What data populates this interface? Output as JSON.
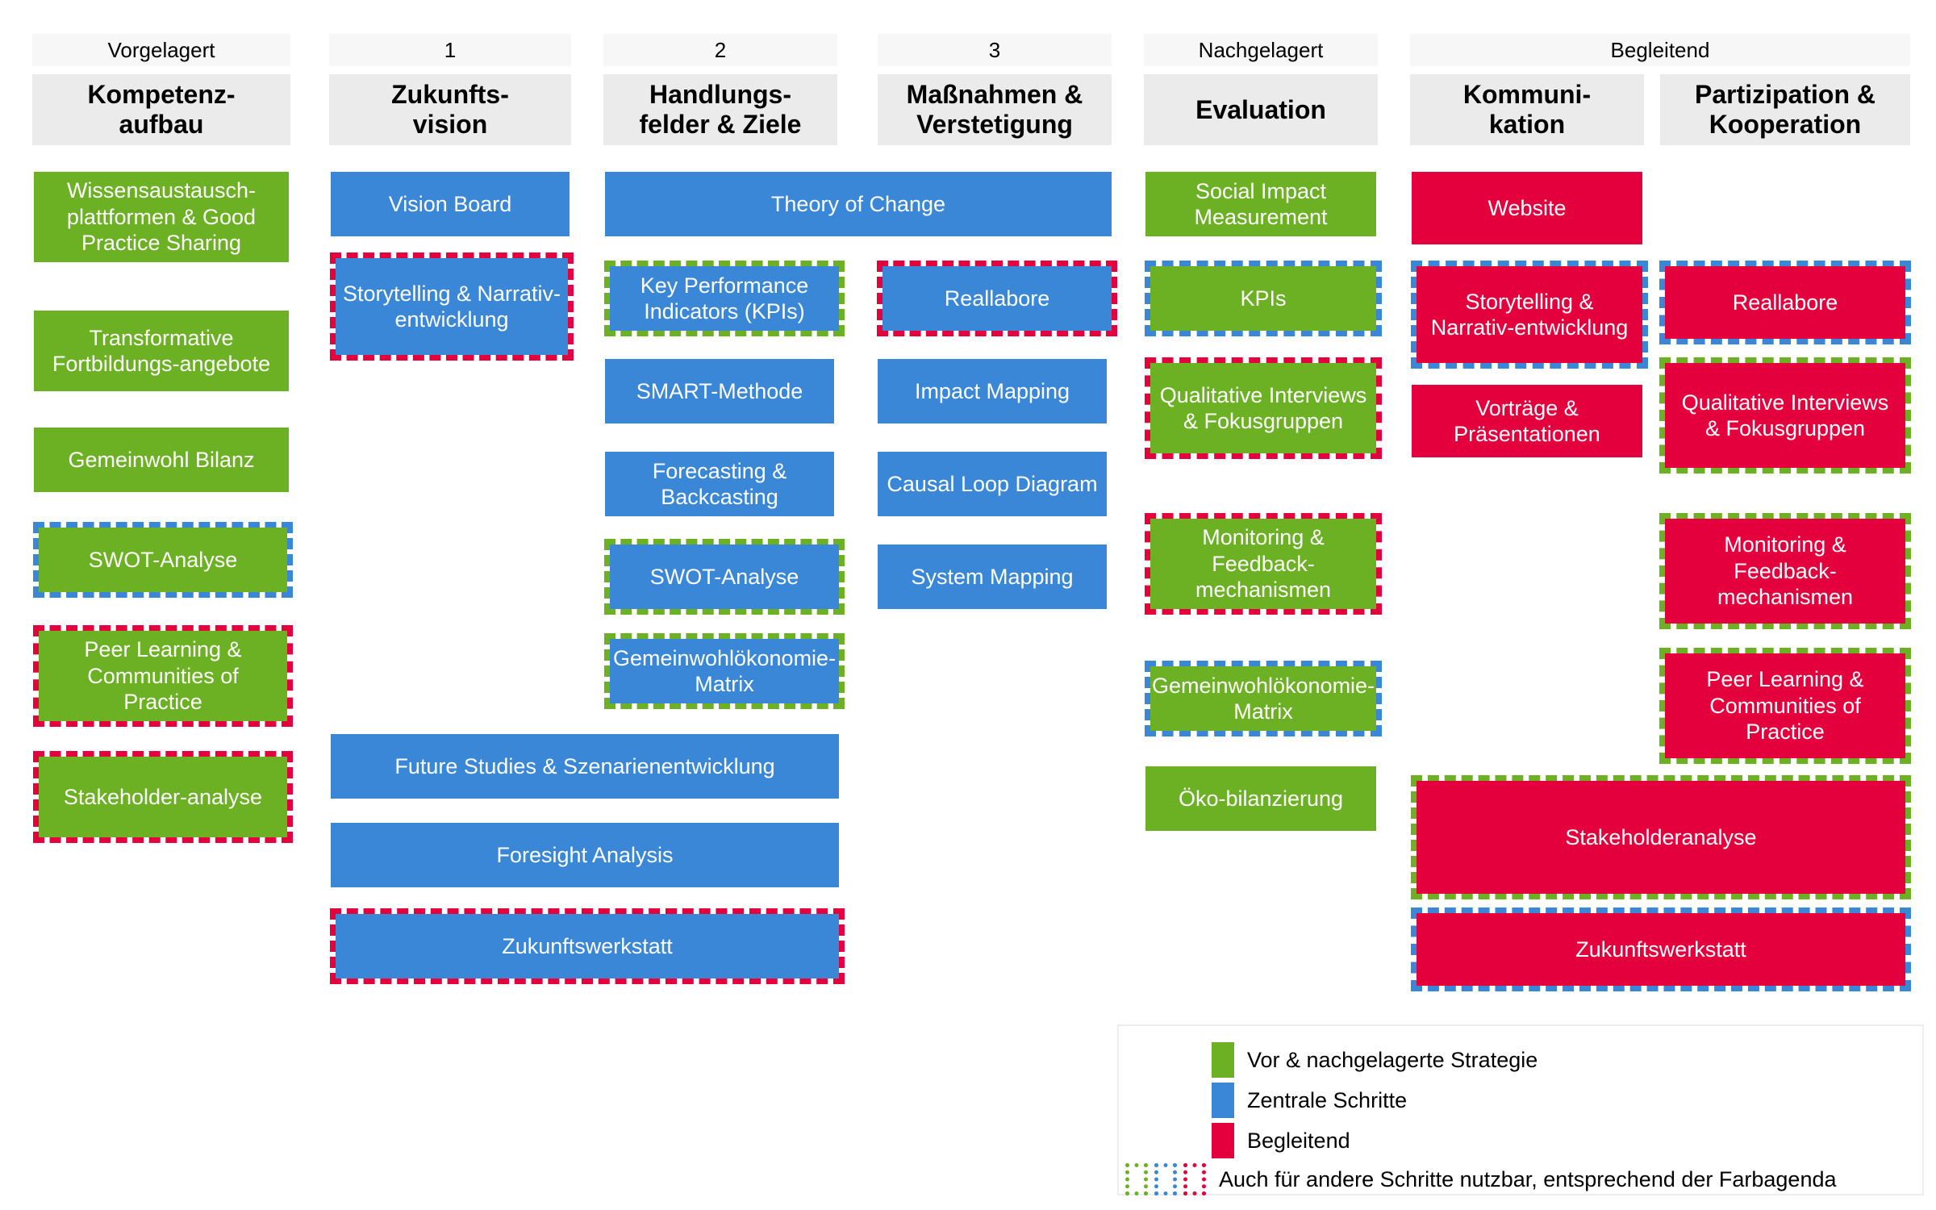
{
  "colors": {
    "green": "#6cb023",
    "blue": "#3a87d8",
    "red": "#e4003c",
    "phase_band_bg": "#f7f7f7",
    "column_head_bg": "#ebebeb"
  },
  "phases": [
    {
      "label": "Vorgelagert"
    },
    {
      "label": "1"
    },
    {
      "label": "2"
    },
    {
      "label": "3"
    },
    {
      "label": "Nachgelagert"
    },
    {
      "label": "Begleitend"
    }
  ],
  "columns": [
    {
      "title": "Kompetenz-\naufbau"
    },
    {
      "title": "Zukunfts-\nvision"
    },
    {
      "title": "Handlungs-\nfelder & Ziele"
    },
    {
      "title": "Maßnahmen &\nVerstetigung"
    },
    {
      "title": "Evaluation"
    },
    {
      "title": "Kommuni-\nkation"
    },
    {
      "title": "Partizipation &\nKooperation"
    }
  ],
  "boxes": {
    "kompetenzaufbau": [
      {
        "label": "Wissensaustausch-plattformen & Good Practice Sharing",
        "fill": "green",
        "dash": null
      },
      {
        "label": "Transformative Fortbildungs-angebote",
        "fill": "green",
        "dash": null
      },
      {
        "label": "Gemeinwohl Bilanz",
        "fill": "green",
        "dash": null
      },
      {
        "label": "SWOT-Analyse",
        "fill": "green",
        "dash": "blue"
      },
      {
        "label": "Peer Learning & Communities of Practice",
        "fill": "green",
        "dash": "red"
      },
      {
        "label": "Stakeholder-analyse",
        "fill": "green",
        "dash": "red"
      }
    ],
    "zukunftsvision": [
      {
        "label": "Vision Board",
        "fill": "blue",
        "dash": null
      },
      {
        "label": "Storytelling & Narrativ-entwicklung",
        "fill": "blue",
        "dash": "red"
      }
    ],
    "handlungsfelder": [
      {
        "label": "Key Performance Indicators (KPIs)",
        "fill": "blue",
        "dash": "green"
      },
      {
        "label": "SMART-Methode",
        "fill": "blue",
        "dash": null
      },
      {
        "label": "Forecasting & Backcasting",
        "fill": "blue",
        "dash": null
      },
      {
        "label": "SWOT-Analyse",
        "fill": "blue",
        "dash": "green"
      },
      {
        "label": "Gemeinwohlökonomie-Matrix",
        "fill": "blue",
        "dash": "green"
      }
    ],
    "massnahmen": [
      {
        "label": "Reallabore",
        "fill": "blue",
        "dash": "red"
      },
      {
        "label": "Impact Mapping",
        "fill": "blue",
        "dash": null
      },
      {
        "label": "Causal Loop Diagram",
        "fill": "blue",
        "dash": null
      },
      {
        "label": "System Mapping",
        "fill": "blue",
        "dash": null
      }
    ],
    "spanning": [
      {
        "label": "Theory of Change",
        "fill": "blue",
        "dash": null
      },
      {
        "label": "Future Studies & Szenarienentwicklung",
        "fill": "blue",
        "dash": null
      },
      {
        "label": "Foresight Analysis",
        "fill": "blue",
        "dash": null
      },
      {
        "label": "Zukunftswerkstatt",
        "fill": "blue",
        "dash": "red"
      }
    ],
    "evaluation": [
      {
        "label": "Social Impact Measurement",
        "fill": "green",
        "dash": null
      },
      {
        "label": "KPIs",
        "fill": "green",
        "dash": "blue"
      },
      {
        "label": "Qualitative Interviews & Fokusgruppen",
        "fill": "green",
        "dash": "red"
      },
      {
        "label": "Monitoring & Feedback-mechanismen",
        "fill": "green",
        "dash": "red"
      },
      {
        "label": "Gemeinwohlökonomie-Matrix",
        "fill": "green",
        "dash": "blue"
      },
      {
        "label": "Öko-bilanzierung",
        "fill": "green",
        "dash": null
      }
    ],
    "kommunikation": [
      {
        "label": "Website",
        "fill": "red",
        "dash": null
      },
      {
        "label": "Storytelling & Narrativ-entwicklung",
        "fill": "red",
        "dash": "blue"
      },
      {
        "label": "Vorträge & Präsentationen",
        "fill": "red",
        "dash": null
      }
    ],
    "partizipation": [
      {
        "label": "Reallabore",
        "fill": "red",
        "dash": "blue"
      },
      {
        "label": "Qualitative Interviews & Fokusgruppen",
        "fill": "red",
        "dash": "green"
      },
      {
        "label": "Monitoring & Feedback-mechanismen",
        "fill": "red",
        "dash": "green"
      },
      {
        "label": "Peer Learning & Communities of Practice",
        "fill": "red",
        "dash": "green"
      }
    ],
    "begleitend_spanning": [
      {
        "label": "Stakeholderanalyse",
        "fill": "red",
        "dash": "green"
      },
      {
        "label": "Zukunftswerkstatt",
        "fill": "red",
        "dash": "blue"
      }
    ]
  },
  "legend": {
    "items": [
      {
        "type": "swatch",
        "color": "green",
        "label": "Vor & nachgelagerte Strategie"
      },
      {
        "type": "swatch",
        "color": "blue",
        "label": "Zentrale Schritte"
      },
      {
        "type": "swatch",
        "color": "red",
        "label": "Begleitend"
      },
      {
        "type": "dashed-triple",
        "label": "Auch für andere Schritte nutzbar, entsprechend der Farbagenda"
      }
    ]
  }
}
